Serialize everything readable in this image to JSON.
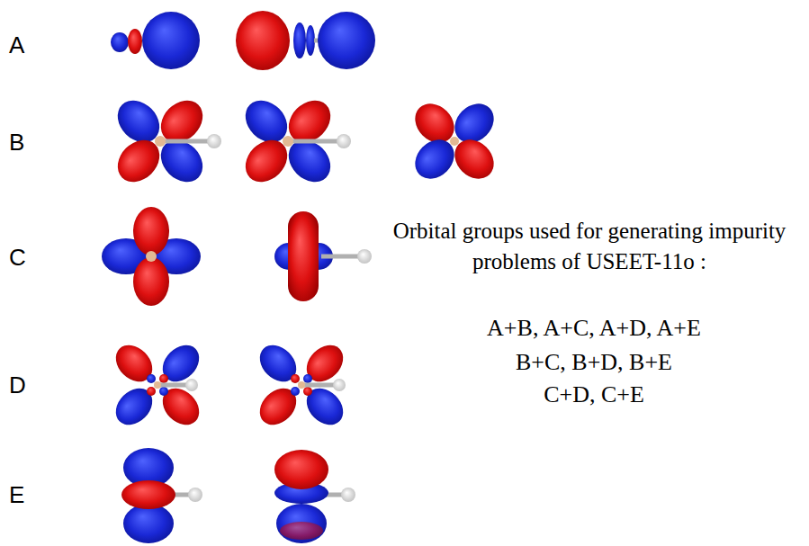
{
  "diagram": {
    "labels": [
      "A",
      "B",
      "C",
      "D",
      "E",
      "Orbital groups used for generating impurity problems of USEET-11o :",
      "A+B, A+C, A+D, A+E",
      "B+C, B+D, B+E",
      "C+D, C+E"
    ]
  }
}
